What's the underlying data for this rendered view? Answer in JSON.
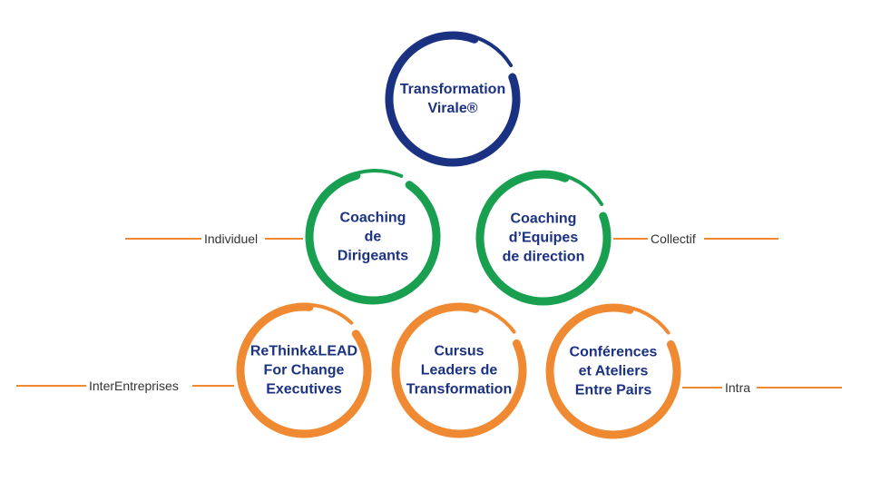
{
  "colors": {
    "navy": "#1b3282",
    "green": "#18a050",
    "orange": "#f08a32",
    "label_text": "#1b3282",
    "connector_text": "#333333"
  },
  "nodes": {
    "top": {
      "label": "Transformation\nVirale®",
      "color": "navy"
    },
    "coaching_dirigeants": {
      "label": "Coaching\nde\nDirigeants",
      "color": "green"
    },
    "coaching_equipes": {
      "label": "Coaching\nd’Equipes\nde direction",
      "color": "green"
    },
    "rethink_lead": {
      "label": "ReThink&LEAD\nFor Change\nExecutives",
      "color": "orange"
    },
    "cursus": {
      "label": "Cursus\nLeaders de\nTransformation",
      "color": "orange"
    },
    "conferences": {
      "label": "Conférences\net Ateliers\nEntre Pairs",
      "color": "orange"
    }
  },
  "connectors": {
    "individuel": "Individuel",
    "collectif": "Collectif",
    "interentreprises": "InterEntreprises",
    "intra": "Intra"
  }
}
